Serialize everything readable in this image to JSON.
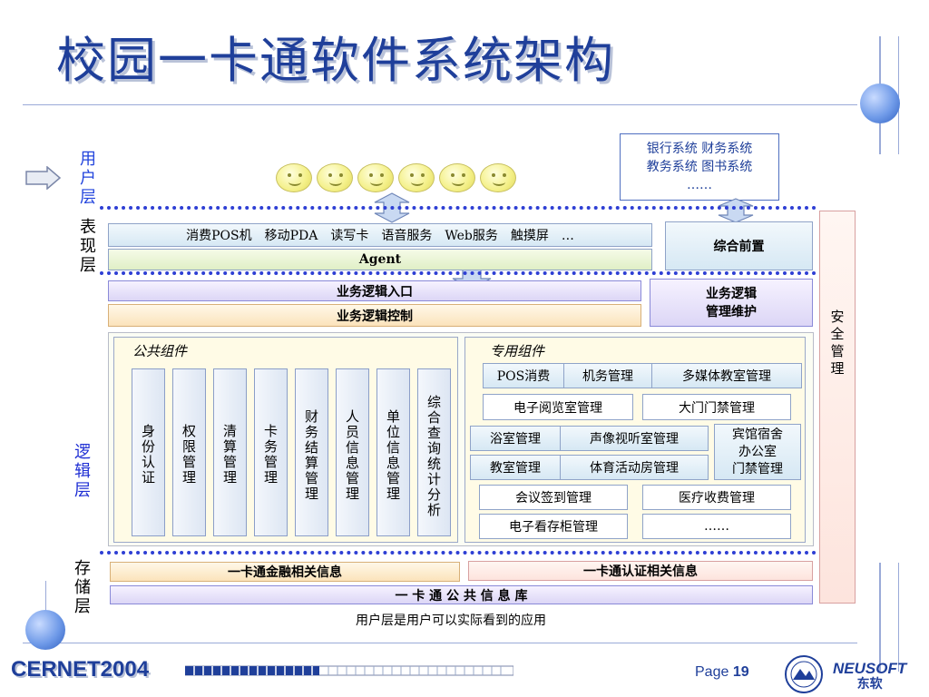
{
  "title": "校园一卡通软件系统架构",
  "layers": {
    "user": "用户层",
    "presentation": "表现层",
    "logic": "逻辑层",
    "storage": "存储层"
  },
  "external_systems": {
    "line1": "银行系统 财务系统",
    "line2": "教务系统 图书系统",
    "line3": "……"
  },
  "presentation": {
    "channels": "消费POS机　移动PDA　读写卡　语音服务　Web服务　触摸屏　…",
    "agent": "Agent",
    "front": "综合前置"
  },
  "business": {
    "entry": "业务逻辑入口",
    "control": "业务逻辑控制",
    "maintenance_line1": "业务逻辑",
    "maintenance_line2": "管理维护"
  },
  "public_components": {
    "title": "公共组件",
    "items": [
      "身份认证",
      "权限管理",
      "清算管理",
      "卡务管理",
      "财务结算管理",
      "人员信息管理",
      "单位信息管理",
      "综合查询统计分析"
    ]
  },
  "special_components": {
    "title": "专用组件",
    "pos": "POS消费",
    "machine": "机务管理",
    "multimedia": "多媒体教室管理",
    "ereading": "电子阅览室管理",
    "gate": "大门门禁管理",
    "bath": "浴室管理",
    "av": "声像视听室管理",
    "hotel_line1": "宾馆宿舍",
    "hotel_line2": "办公室",
    "hotel_line3": "门禁管理",
    "classroom": "教室管理",
    "sports": "体育活动房管理",
    "meeting": "会议签到管理",
    "medical": "医疗收费管理",
    "locker": "电子看存柜管理",
    "more": "……"
  },
  "security": "安全管理",
  "storage": {
    "finance": "一卡通金融相关信息",
    "auth": "一卡通认证相关信息",
    "db": "一 卡 通 公 共 信 息 库"
  },
  "caption": "用户层是用户可以实际看到的应用",
  "footer": {
    "brand": "CERNET2004",
    "page_label": "Page ",
    "page_number": "19",
    "logo": "NEUSOFT",
    "logo_cn": "东软"
  },
  "colors": {
    "title": "#1f3f9a",
    "dotted_divider": "#2e3fd4",
    "layer_label": "#1f2fd4",
    "security_bg": "#fde4dd"
  }
}
